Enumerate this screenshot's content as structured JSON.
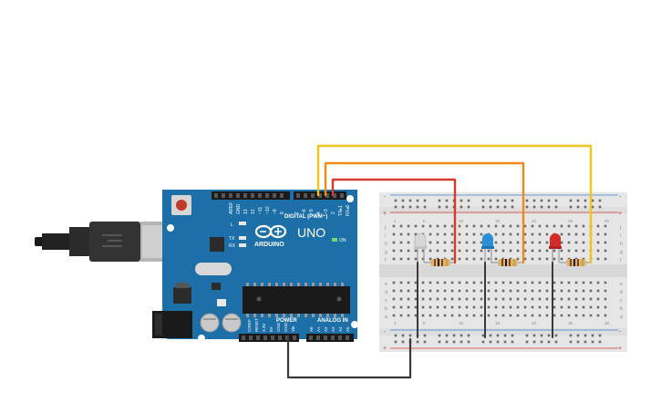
{
  "board": {
    "brand": "ARDUINO",
    "model": "UNO",
    "digital_label": "DIGITAL (PWM~)",
    "power_label": "POWER",
    "analog_label": "ANALOG IN",
    "on_label": "ON",
    "led_l": "L",
    "led_tx": "TX",
    "led_rx": "RX",
    "aref": "AREF",
    "gnd_top": "GND",
    "digital_pins": [
      "13",
      "12",
      "~11",
      "~10",
      "~9",
      "8",
      "7",
      "~6",
      "~5",
      "4",
      "~3",
      "2",
      "TX▸1",
      "RX◂0"
    ],
    "power_pins": [
      "IOREF",
      "RESET",
      "3.3V",
      "5V",
      "GND",
      "GND",
      "Vin"
    ],
    "analog_pins": [
      "A0",
      "A1",
      "A2",
      "A3",
      "A4",
      "A5"
    ],
    "colors": {
      "board": "#1d6fa8",
      "header": "#1a1a1a",
      "reset": "#c0392b"
    }
  },
  "breadboard": {
    "row_letters_top": [
      "j",
      "i",
      "h",
      "g",
      "f"
    ],
    "row_letters_bottom": [
      "e",
      "d",
      "c",
      "b",
      "a"
    ],
    "col_numbers": [
      "1",
      "5",
      "10",
      "15",
      "20",
      "25",
      "30"
    ],
    "plus": "+",
    "minus": "-"
  },
  "components": {
    "leds": [
      {
        "name": "white-led",
        "color": "#d8d8d8"
      },
      {
        "name": "blue-led",
        "color": "#2a8fd6"
      },
      {
        "name": "red-led",
        "color": "#d42a2a"
      }
    ],
    "wires": [
      {
        "name": "yellow-wire",
        "color": "#f0c419"
      },
      {
        "name": "orange-wire",
        "color": "#f08a16"
      },
      {
        "name": "red-wire",
        "color": "#d63a2e"
      },
      {
        "name": "black-wire",
        "color": "#3a3a3a"
      }
    ]
  }
}
